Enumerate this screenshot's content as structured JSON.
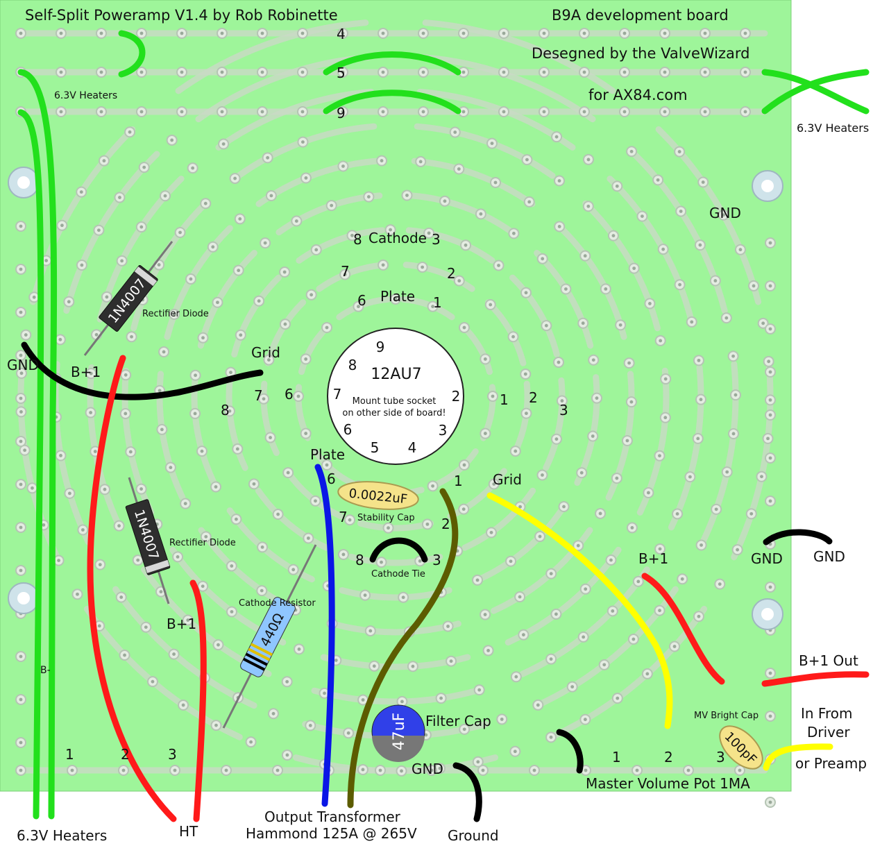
{
  "header": {
    "title": "Self-Split Poweramp V1.4 by Rob Robinette",
    "board": "B9A development board",
    "designer": "Desegned by the ValveWizard",
    "site": "for AX84.com"
  },
  "tube": {
    "name": "12AU7",
    "note_line1": "Mount tube socket",
    "note_line2": "on other side of board!",
    "pins": [
      "9",
      "8",
      "7",
      "6",
      "5",
      "4",
      "3",
      "2"
    ]
  },
  "labels": {
    "heaters_top": "6.3V Heaters",
    "heaters_right": "6.3V Heaters",
    "heaters_bottom": "6.3V Heaters",
    "gnd_right_top": "GND",
    "gnd_left": "GND",
    "b1_left": "B+1",
    "grid_left": "Grid",
    "cathode": "Cathode",
    "plate_top": "Plate",
    "plate_lower": "Plate",
    "grid_right": "Grid",
    "b1_mid": "B+1",
    "b1_right": "B+1",
    "gnd_right1": "GND",
    "gnd_right2": "GND",
    "b1_out": "B+1 Out",
    "in_from": "In From",
    "driver": "Driver",
    "or_preamp": "or Preamp",
    "mv_bright": "MV Bright Cap",
    "master_vol": "Master Volume Pot 1MA",
    "filter_cap": "Filter Cap",
    "gnd_filter": "GND",
    "ht": "HT",
    "output_tx1": "Output Transformer",
    "output_tx2": "Hammond 125A @ 265V",
    "ground": "Ground",
    "stability_cap": "Stability Cap",
    "cathode_tie": "Cathode Tie",
    "cathode_resistor": "Cathode Resistor",
    "rectifier1": "Rectifier Diode",
    "rectifier2": "Rectifier Diode",
    "b_minus": "B-"
  },
  "pin_numbers": {
    "row4": "4",
    "row5": "5",
    "row9": "9",
    "c8": "8",
    "c3": "3",
    "c7": "7",
    "c2": "2",
    "c6": "6",
    "c1": "1",
    "l8": "8",
    "l7": "7",
    "l6": "6",
    "r1": "1",
    "r2": "2",
    "r3": "3",
    "p6": "6",
    "p7": "7",
    "p8": "8",
    "p1": "1",
    "p2": "2",
    "p3": "3",
    "ht1": "1",
    "ht2": "2",
    "ht3": "3",
    "mv1": "1",
    "mv2": "2",
    "mv3": "3"
  },
  "components": {
    "diode1": "1N4007",
    "diode2": "1N4007",
    "resistor": "440Ω",
    "stability_value": "0.0022uF",
    "filter_value": "47uF",
    "bright_value": "100pF"
  },
  "colors": {
    "board": "#9ef59a",
    "trace": "#c9d9c5",
    "pad_ring": "#b5c4b4",
    "heater": "#22e01c",
    "ht": "#ff1a1a",
    "ground": "#000000",
    "plate": "#0a16e6",
    "grid": "#ffff00",
    "feedback": "#5c5c00",
    "diode": "#2e2e2e",
    "resistor": "#8fc6ff",
    "stability": "#f5e38a",
    "filter": "#3040e8"
  }
}
